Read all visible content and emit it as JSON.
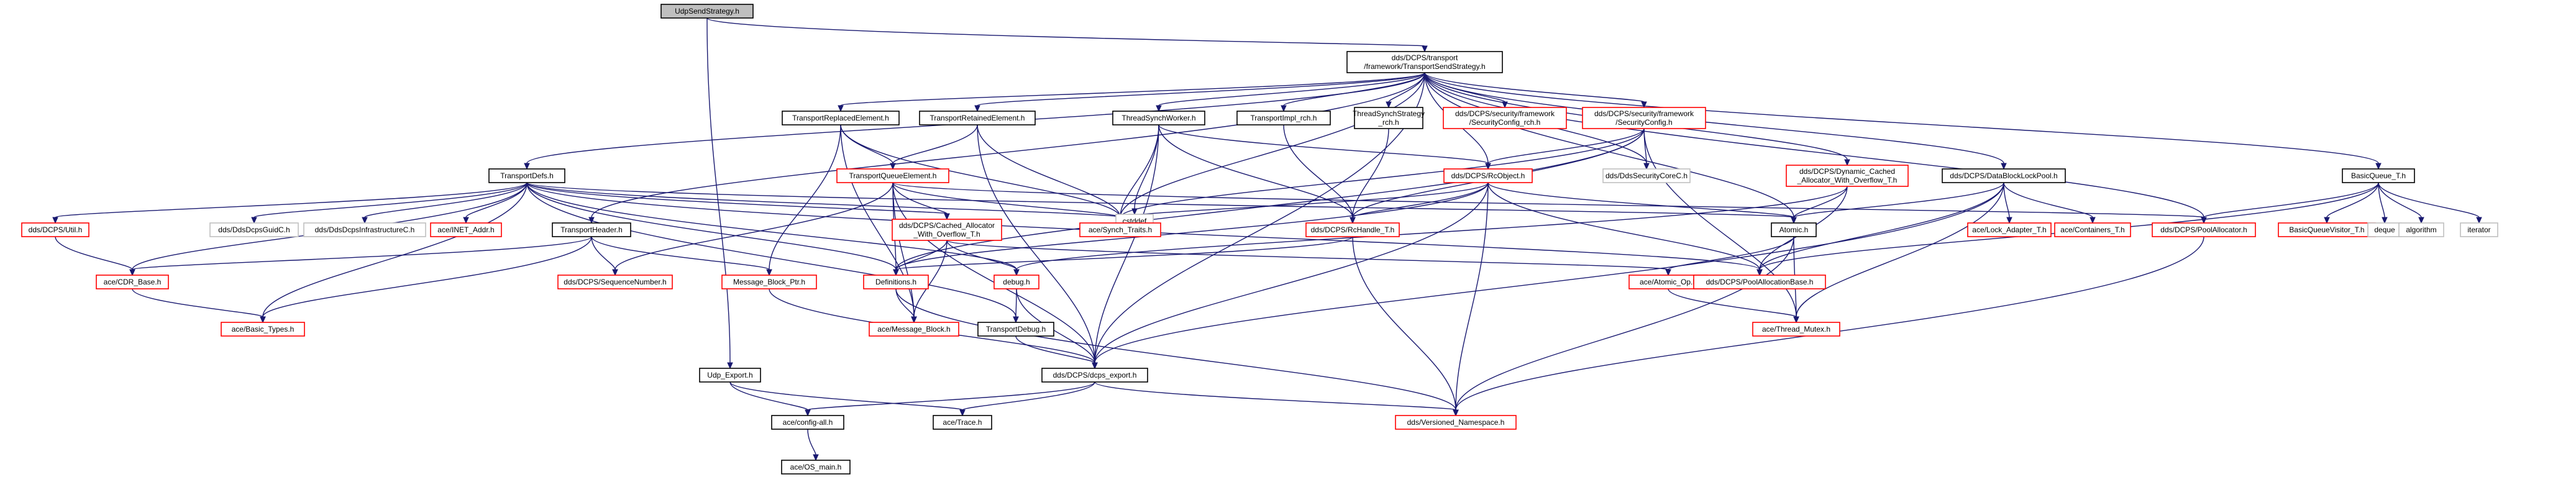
{
  "diagram": {
    "colors": {
      "edge": "#191970",
      "root_fill": "#bfbfbf",
      "node_fill": "#ffffff",
      "plain_border": "#000000",
      "incomplete_border": "#ff0000",
      "text": "#000000"
    },
    "nodes": [
      {
        "id": "root",
        "lines": [
          "UdpSendStrategy.h"
        ],
        "style": "root"
      },
      {
        "id": "tss",
        "lines": [
          "dds/DCPS/transport",
          "/framework/TransportSendStrategy.h"
        ],
        "style": "plain"
      },
      {
        "id": "tdefs",
        "lines": [
          "TransportDefs.h"
        ],
        "style": "plain"
      },
      {
        "id": "trepl",
        "lines": [
          "TransportReplacedElement.h"
        ],
        "style": "plain"
      },
      {
        "id": "tret",
        "lines": [
          "TransportRetainedElement.h"
        ],
        "style": "plain"
      },
      {
        "id": "tsw",
        "lines": [
          "ThreadSynchWorker.h"
        ],
        "style": "plain"
      },
      {
        "id": "timplrch",
        "lines": [
          "TransportImpl_rch.h"
        ],
        "style": "plain"
      },
      {
        "id": "tsrch",
        "lines": [
          "ThreadSynchStrategy",
          "_rch.h"
        ],
        "style": "plain"
      },
      {
        "id": "seccfgrch",
        "lines": [
          "dds/DCPS/security/framework",
          "/SecurityConfig_rch.h"
        ],
        "style": "incomplete"
      },
      {
        "id": "seccfg",
        "lines": [
          "dds/DCPS/security/framework",
          "/SecurityConfig.h"
        ],
        "style": "incomplete"
      },
      {
        "id": "dyncached",
        "lines": [
          "dds/DCPS/Dynamic_Cached",
          "_Allocator_With_Overflow_T.h"
        ],
        "style": "incomplete"
      },
      {
        "id": "dblock",
        "lines": [
          "dds/DCPS/DataBlockLockPool.h"
        ],
        "style": "plain"
      },
      {
        "id": "bq",
        "lines": [
          "BasicQueue_T.h"
        ],
        "style": "plain"
      },
      {
        "id": "cstddef",
        "lines": [
          "cstddef"
        ],
        "style": "gray"
      },
      {
        "id": "rcobj",
        "lines": [
          "dds/DCPS/RcObject.h"
        ],
        "style": "incomplete"
      },
      {
        "id": "ddssec",
        "lines": [
          "dds/DdsSecurityCoreC.h"
        ],
        "style": "gray"
      },
      {
        "id": "tqe",
        "lines": [
          "TransportQueueElement.h"
        ],
        "style": "incomplete"
      },
      {
        "id": "synch",
        "lines": [
          "ace/Synch_Traits.h"
        ],
        "style": "incomplete"
      },
      {
        "id": "rch",
        "lines": [
          "dds/DCPS/RcHandle_T.h"
        ],
        "style": "incomplete"
      },
      {
        "id": "atomic",
        "lines": [
          "Atomic.h"
        ],
        "style": "plain"
      },
      {
        "id": "locka",
        "lines": [
          "ace/Lock_Adapter_T.h"
        ],
        "style": "incomplete"
      },
      {
        "id": "contt",
        "lines": [
          "ace/Containers_T.h"
        ],
        "style": "incomplete"
      },
      {
        "id": "poolalloc",
        "lines": [
          "dds/DCPS/PoolAllocator.h"
        ],
        "style": "incomplete"
      },
      {
        "id": "bqv",
        "lines": [
          "BasicQueueVisitor_T.h"
        ],
        "style": "incomplete"
      },
      {
        "id": "deque",
        "lines": [
          "deque"
        ],
        "style": "gray"
      },
      {
        "id": "algorithm",
        "lines": [
          "algorithm"
        ],
        "style": "gray"
      },
      {
        "id": "iterator",
        "lines": [
          "iterator"
        ],
        "style": "gray"
      },
      {
        "id": "util",
        "lines": [
          "dds/DCPS/Util.h"
        ],
        "style": "incomplete"
      },
      {
        "id": "guidc",
        "lines": [
          "dds/DdsDcpsGuidC.h"
        ],
        "style": "gray"
      },
      {
        "id": "infrac",
        "lines": [
          "dds/DdsDcpsInfrastructureC.h"
        ],
        "style": "gray"
      },
      {
        "id": "inetaddr",
        "lines": [
          "ace/INET_Addr.h"
        ],
        "style": "incomplete"
      },
      {
        "id": "theader",
        "lines": [
          "TransportHeader.h"
        ],
        "style": "plain"
      },
      {
        "id": "cachedalloc",
        "lines": [
          "dds/DCPS/Cached_Allocator",
          "_With_Overflow_T.h"
        ],
        "style": "incomplete"
      },
      {
        "id": "cdrbase",
        "lines": [
          "ace/CDR_Base.h"
        ],
        "style": "incomplete"
      },
      {
        "id": "seqnum",
        "lines": [
          "dds/DCPS/SequenceNumber.h"
        ],
        "style": "incomplete"
      },
      {
        "id": "mbptr",
        "lines": [
          "Message_Block_Ptr.h"
        ],
        "style": "incomplete"
      },
      {
        "id": "defs",
        "lines": [
          "Definitions.h"
        ],
        "style": "incomplete"
      },
      {
        "id": "debug",
        "lines": [
          "debug.h"
        ],
        "style": "incomplete"
      },
      {
        "id": "atomicop",
        "lines": [
          "ace/Atomic_Op.h"
        ],
        "style": "incomplete"
      },
      {
        "id": "poolallocbase",
        "lines": [
          "dds/DCPS/PoolAllocationBase.h"
        ],
        "style": "incomplete"
      },
      {
        "id": "basictypes",
        "lines": [
          "ace/Basic_Types.h"
        ],
        "style": "incomplete"
      },
      {
        "id": "msgblock",
        "lines": [
          "ace/Message_Block.h"
        ],
        "style": "incomplete"
      },
      {
        "id": "tdebug",
        "lines": [
          "TransportDebug.h"
        ],
        "style": "plain"
      },
      {
        "id": "threadmutex",
        "lines": [
          "ace/Thread_Mutex.h"
        ],
        "style": "incomplete"
      },
      {
        "id": "ddsexport",
        "lines": [
          "dds/DCPS/dcps_export.h"
        ],
        "style": "plain"
      },
      {
        "id": "udpexport",
        "lines": [
          "Udp_Export.h"
        ],
        "style": "plain"
      },
      {
        "id": "configall",
        "lines": [
          "ace/config-all.h"
        ],
        "style": "plain"
      },
      {
        "id": "trace",
        "lines": [
          "ace/Trace.h"
        ],
        "style": "plain"
      },
      {
        "id": "versioned",
        "lines": [
          "dds/Versioned_Namespace.h"
        ],
        "style": "incomplete"
      },
      {
        "id": "osmain",
        "lines": [
          "ace/OS_main.h"
        ],
        "style": "plain"
      }
    ],
    "edges": [
      [
        "root",
        "tss"
      ],
      [
        "root",
        "udpexport"
      ],
      [
        "tss",
        "tdefs"
      ],
      [
        "tss",
        "trepl"
      ],
      [
        "tss",
        "tret"
      ],
      [
        "tss",
        "tsw"
      ],
      [
        "tss",
        "timplrch"
      ],
      [
        "tss",
        "tsrch"
      ],
      [
        "tss",
        "seccfgrch"
      ],
      [
        "tss",
        "seccfg"
      ],
      [
        "tss",
        "dyncached"
      ],
      [
        "tss",
        "dblock"
      ],
      [
        "tss",
        "bq"
      ],
      [
        "tss",
        "synch"
      ],
      [
        "tss",
        "rcobj"
      ],
      [
        "tss",
        "atomic"
      ],
      [
        "tss",
        "poolalloc"
      ],
      [
        "tss",
        "theader"
      ],
      [
        "tss",
        "ddsexport"
      ],
      [
        "tss",
        "ddssec"
      ],
      [
        "trepl",
        "tqe"
      ],
      [
        "trepl",
        "synch"
      ],
      [
        "trepl",
        "mbptr"
      ],
      [
        "trepl",
        "msgblock"
      ],
      [
        "tret",
        "tqe"
      ],
      [
        "tret",
        "synch"
      ],
      [
        "tret",
        "ddsexport"
      ],
      [
        "tsw",
        "cstddef"
      ],
      [
        "tsw",
        "rcobj"
      ],
      [
        "tsw",
        "rch"
      ],
      [
        "tsw",
        "synch"
      ],
      [
        "tsw",
        "ddsexport"
      ],
      [
        "timplrch",
        "rch"
      ],
      [
        "tsrch",
        "rch"
      ],
      [
        "seccfg",
        "rcobj"
      ],
      [
        "seccfg",
        "ddssec"
      ],
      [
        "seccfg",
        "synch"
      ],
      [
        "seccfg",
        "rch"
      ],
      [
        "seccfg",
        "defs"
      ],
      [
        "seccfg",
        "threadmutex"
      ],
      [
        "dyncached",
        "atomic"
      ],
      [
        "dyncached",
        "debug"
      ],
      [
        "dyncached",
        "poolallocbase"
      ],
      [
        "dblock",
        "locka"
      ],
      [
        "dblock",
        "contt"
      ],
      [
        "dblock",
        "atomic"
      ],
      [
        "dblock",
        "threadmutex"
      ],
      [
        "dblock",
        "ddsexport"
      ],
      [
        "dblock",
        "poolallocbase"
      ],
      [
        "bq",
        "bqv"
      ],
      [
        "bq",
        "deque"
      ],
      [
        "bq",
        "algorithm"
      ],
      [
        "bq",
        "iterator"
      ],
      [
        "bq",
        "poolalloc"
      ],
      [
        "bq",
        "poolallocbase"
      ],
      [
        "tdefs",
        "util"
      ],
      [
        "tdefs",
        "guidc"
      ],
      [
        "tdefs",
        "infrac"
      ],
      [
        "tdefs",
        "inetaddr"
      ],
      [
        "tdefs",
        "cdrbase"
      ],
      [
        "tdefs",
        "basictypes"
      ],
      [
        "tdefs",
        "synch"
      ],
      [
        "tdefs",
        "cachedalloc"
      ],
      [
        "tdefs",
        "defs"
      ],
      [
        "tdefs",
        "debug"
      ],
      [
        "tdefs",
        "tdebug"
      ],
      [
        "tdefs",
        "poolallocbase"
      ],
      [
        "tdefs",
        "atomic"
      ],
      [
        "tqe",
        "seqnum"
      ],
      [
        "tqe",
        "cachedalloc"
      ],
      [
        "tqe",
        "defs"
      ],
      [
        "tqe",
        "synch"
      ],
      [
        "tqe",
        "msgblock"
      ],
      [
        "tqe",
        "poolalloc"
      ],
      [
        "tqe",
        "ddsexport"
      ],
      [
        "rcobj",
        "synch"
      ],
      [
        "rcobj",
        "rch"
      ],
      [
        "rcobj",
        "atomic"
      ],
      [
        "rcobj",
        "poolallocbase"
      ],
      [
        "rcobj",
        "ddsexport"
      ],
      [
        "rcobj",
        "versioned"
      ],
      [
        "rcobj",
        "defs"
      ],
      [
        "rch",
        "defs"
      ],
      [
        "rch",
        "versioned"
      ],
      [
        "atomic",
        "atomicop"
      ],
      [
        "atomic",
        "threadmutex"
      ],
      [
        "atomic",
        "versioned"
      ],
      [
        "poolalloc",
        "versioned"
      ],
      [
        "util",
        "cdrbase"
      ],
      [
        "cdrbase",
        "basictypes"
      ],
      [
        "theader",
        "cdrbase"
      ],
      [
        "theader",
        "seqnum"
      ],
      [
        "theader",
        "basictypes"
      ],
      [
        "theader",
        "mbptr"
      ],
      [
        "cachedalloc",
        "atomicop"
      ],
      [
        "cachedalloc",
        "msgblock"
      ],
      [
        "cachedalloc",
        "debug"
      ],
      [
        "cachedalloc",
        "defs"
      ],
      [
        "mbptr",
        "ddsexport"
      ],
      [
        "defs",
        "msgblock"
      ],
      [
        "defs",
        "versioned"
      ],
      [
        "debug",
        "ddsexport"
      ],
      [
        "debug",
        "tdebug"
      ],
      [
        "atomicop",
        "threadmutex"
      ],
      [
        "tdebug",
        "ddsexport"
      ],
      [
        "ddsexport",
        "configall"
      ],
      [
        "ddsexport",
        "trace"
      ],
      [
        "ddsexport",
        "versioned"
      ],
      [
        "udpexport",
        "configall"
      ],
      [
        "udpexport",
        "trace"
      ],
      [
        "configall",
        "osmain"
      ]
    ]
  }
}
